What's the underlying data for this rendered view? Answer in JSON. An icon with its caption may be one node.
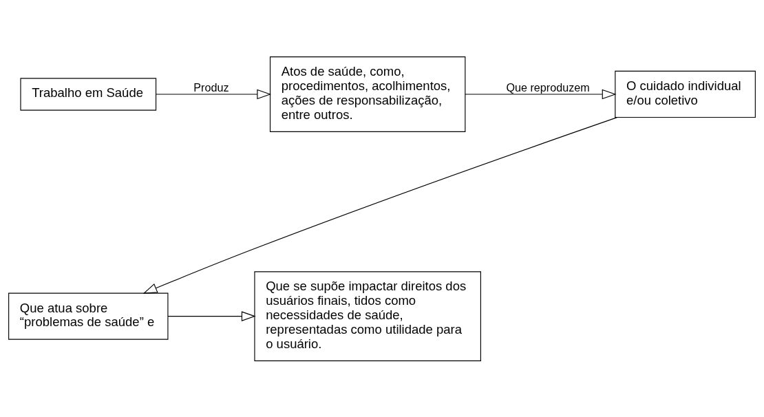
{
  "diagram": {
    "nodes": [
      {
        "text": [
          "Trabalho em Saúde"
        ]
      },
      {
        "text": [
          "Atos de saúde, como, procedimentos, acolhimentos, ações de responsabilização, entre outros."
        ]
      },
      {
        "text": [
          "O cuidado individual e/ou coletivo"
        ]
      },
      {
        "text": [
          "Que atua sobre “problemas de saúde” e"
        ]
      },
      {
        "text": [
          "Que se supõe impactar direitos dos usuários finais, tidos como necessidades de saúde, representadas como utilidade para o usuário."
        ]
      }
    ],
    "edges": [
      {
        "from": 0,
        "to": 1,
        "arrow": "to",
        "label": "Produz"
      },
      {
        "from": 1,
        "to": 2,
        "arrow": "to",
        "label": "Que reproduzem"
      },
      {
        "from": 2,
        "to": 3,
        "arrow": "to"
      },
      {
        "from": 3,
        "to": 4,
        "arrow": "to"
      }
    ]
  }
}
